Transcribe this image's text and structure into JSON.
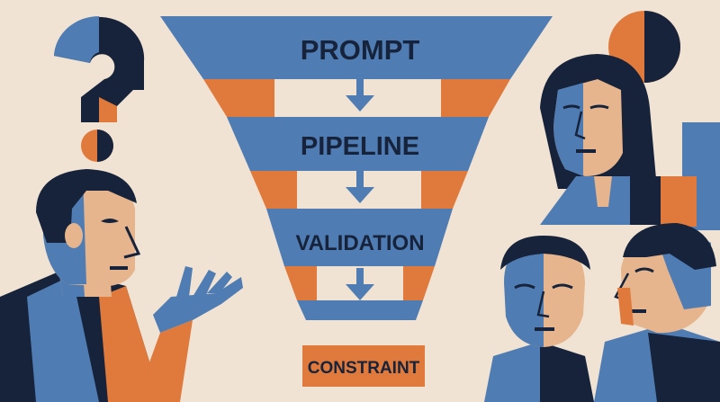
{
  "funnel": {
    "stages": [
      {
        "label": "PROMPT"
      },
      {
        "label": "PIPELINE"
      },
      {
        "label": "VALIDATION"
      }
    ],
    "output_label": "CONSTRAINT"
  },
  "colors": {
    "background": "#f1e3d3",
    "blue": "#4f7db3",
    "orange": "#e07a3c",
    "navy": "#16233a",
    "skin": "#e6b48d"
  },
  "icons": [
    "question-mark-icon",
    "down-arrow-icon"
  ]
}
